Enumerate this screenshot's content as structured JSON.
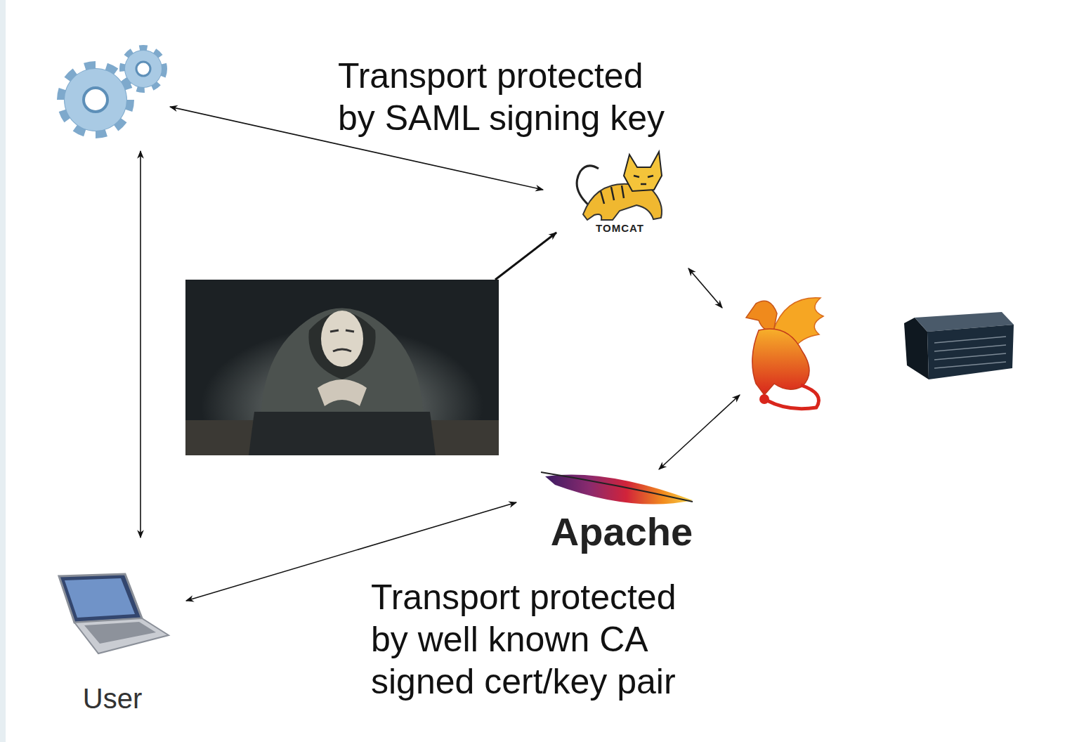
{
  "diagram": {
    "nodes": [
      {
        "text": [
          "TOMCAT"
        ]
      },
      {
        "text": [
          "Apache"
        ]
      },
      {
        "text": [
          "User"
        ]
      }
    ],
    "edges": [
      {
        "from": 2,
        "to": 1,
        "arrow": "both"
      }
    ],
    "labels": [
      "Transport protected by SAML signing key",
      "Transport protected by well known CA signed cert/key pair"
    ]
  }
}
